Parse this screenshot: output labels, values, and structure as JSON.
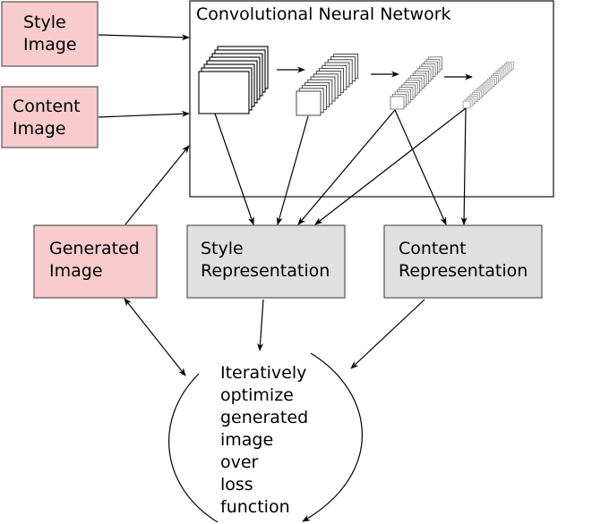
{
  "cnn": {
    "title": "Convolutional Neural Network"
  },
  "style_image": {
    "line1": "Style",
    "line2": "Image"
  },
  "content_image": {
    "line1": "Content",
    "line2": "Image"
  },
  "generated_image": {
    "line1": "Generated",
    "line2": "Image"
  },
  "style_rep": {
    "line1": "Style",
    "line2": "Representation"
  },
  "content_rep": {
    "line1": "Content",
    "line2": "Representation"
  },
  "optimize": {
    "lines": [
      "Iteratively",
      "optimize",
      "generated",
      "image",
      "over",
      "loss",
      "function"
    ]
  },
  "colors": {
    "input_fill": "#f8cbcd",
    "rep_fill": "#e0e0e0",
    "stroke": "#000000"
  }
}
